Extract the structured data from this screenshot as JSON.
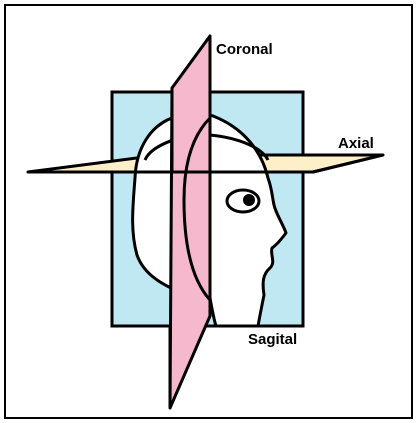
{
  "diagram": {
    "labels": {
      "coronal": "Coronal",
      "axial": "Axial",
      "sagital": "Sagital"
    },
    "colors": {
      "frame": "#000000",
      "sagital_plane": "#bfe8f2",
      "coronal_plane": "#f5b8cc",
      "axial_plane": "#fdf0c8",
      "head_fill": "#ffffff",
      "eye": "#000000",
      "background": "#ffffff"
    },
    "icons": {
      "head": "head-profile-icon",
      "eye": "eye-icon"
    }
  }
}
